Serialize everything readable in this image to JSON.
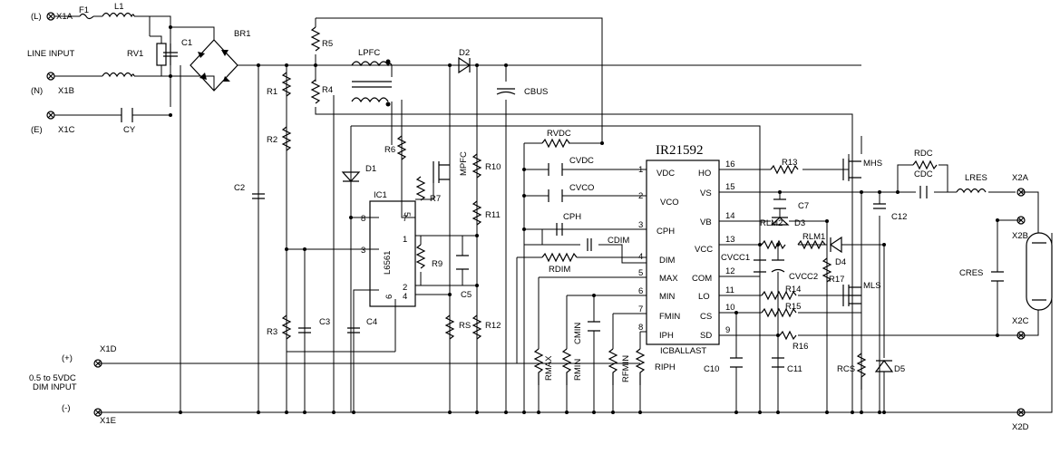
{
  "title": "IR21592",
  "ic_sub": "ICBALLAST",
  "ic_pins_left": [
    {
      "num": "1",
      "name": "VDC"
    },
    {
      "num": "2",
      "name": "VCO"
    },
    {
      "num": "3",
      "name": "CPH"
    },
    {
      "num": "4",
      "name": "DIM"
    },
    {
      "num": "5",
      "name": "MAX"
    },
    {
      "num": "6",
      "name": "MIN"
    },
    {
      "num": "7",
      "name": "FMIN"
    },
    {
      "num": "8",
      "name": "IPH"
    }
  ],
  "ic_pins_right": [
    {
      "num": "16",
      "name": "HO"
    },
    {
      "num": "15",
      "name": "VS"
    },
    {
      "num": "14",
      "name": "VB"
    },
    {
      "num": "13",
      "name": "VCC"
    },
    {
      "num": "12",
      "name": "COM"
    },
    {
      "num": "11",
      "name": "LO"
    },
    {
      "num": "10",
      "name": "CS"
    },
    {
      "num": "9",
      "name": "SD"
    }
  ],
  "pfc_ic": {
    "ref": "IC1",
    "part": "L6561",
    "pins": [
      {
        "num": "8"
      },
      {
        "num": "7"
      },
      {
        "num": "3"
      },
      {
        "num": "1"
      },
      {
        "num": "2"
      },
      {
        "num": "4"
      },
      {
        "num": "5"
      },
      {
        "num": "6"
      }
    ]
  },
  "terminals": {
    "L_tag": "(L)",
    "N_tag": "(N)",
    "E_tag": "(E)",
    "x1a": "X1A",
    "x1b": "X1B",
    "x1c": "X1C",
    "x1d": "X1D",
    "x1e": "X1E",
    "x2a": "X2A",
    "x2b": "X2B",
    "x2c": "X2C",
    "x2d": "X2D",
    "plus": "(+)",
    "minus": "(-)",
    "line_input": "LINE INPUT",
    "dim1": "0.5 to 5VDC",
    "dim2": "DIM INPUT"
  },
  "labels": {
    "F1": "F1",
    "L1": "L1",
    "RV1": "RV1",
    "C1": "C1",
    "CY": "CY",
    "BR1": "BR1",
    "R1": "R1",
    "R2": "R2",
    "R3": "R3",
    "C2": "C2",
    "C3": "C3",
    "C4": "C4",
    "D1": "D1",
    "R5": "R5",
    "R4": "R4",
    "LPFC": "LPFC",
    "D2": "D2",
    "CBUS": "CBUS",
    "R6": "R6",
    "R7": "R7",
    "MPFC": "MPFC",
    "R10": "R10",
    "R11": "R11",
    "R12": "R12",
    "RS": "RS",
    "R9": "R9",
    "C5": "C5",
    "RVDC": "RVDC",
    "CVDC": "CVDC",
    "CVCO": "CVCO",
    "CPH": "CPH",
    "CDIM": "CDIM",
    "RDIM": "RDIM",
    "RMAX": "RMAX",
    "RMIN": "RMIN",
    "CMIN": "CMIN",
    "RFMIN": "RFMIN",
    "RIPH": "RIPH",
    "R13": "R13",
    "MHS": "MHS",
    "C7": "C7",
    "RLM2": "RLM2",
    "D3": "D3",
    "RLM1": "RLM1",
    "D4": "D4",
    "CVCC1": "CVCC1",
    "CVCC2": "CVCC2",
    "R17": "R17",
    "MLS": "MLS",
    "R14": "R14",
    "R15": "R15",
    "R16": "R16",
    "C10": "C10",
    "C11": "C11",
    "RCS": "RCS",
    "D5": "D5",
    "C12": "C12",
    "RDC": "RDC",
    "CDC": "CDC",
    "LRES": "LRES",
    "CRES": "CRES"
  }
}
